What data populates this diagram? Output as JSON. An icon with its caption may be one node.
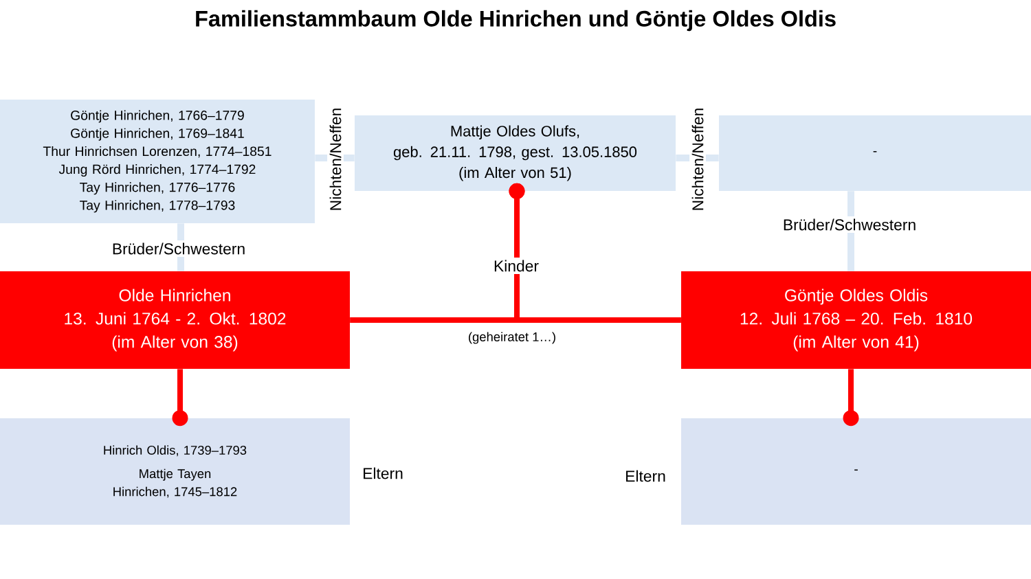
{
  "diagram": {
    "title": "Familienstammbaum Olde Hinrichen und Göntje Oldes Oldis",
    "nodes": [
      {
        "text": [
          "Göntje Hinrichen, 1766–1779",
          "Göntje Hinrichen, 1769–1841",
          "Thur Hinrichsen Lorenzen, 1774–1851",
          "Jung Rörd Hinrichen, 1774–1792",
          "Tay Hinrichen, 1776–1776",
          "Tay Hinrichen, 1778–1793"
        ]
      },
      {
        "text": [
          "Mattje Oldes Olufs,",
          "geb. 21.11. 1798,  gest. 13.05.1850",
          "(im Alter von 51)"
        ]
      },
      {
        "text": [
          "-"
        ]
      },
      {
        "text": [
          "Olde Hinrichen",
          "13. Juni 1764 - 2. Okt. 1802",
          "(im Alter von 38)"
        ]
      },
      {
        "text": [
          "Göntje Oldes Oldis",
          "12. Juli 1768 – 20. Feb. 1810",
          "(im Alter von 41)"
        ]
      },
      {
        "text": [
          "Hinrich Oldis, 1739–1793",
          "Mattje Tayen Hinrichen, 1745–1812"
        ]
      },
      {
        "text": [
          "-"
        ]
      }
    ],
    "edges": [
      {
        "from": 0,
        "to": 1,
        "arrow": "none",
        "label": "Nichten/Neffen",
        "color": "#dce8f5"
      },
      {
        "from": 1,
        "to": 2,
        "arrow": "none",
        "label": "Nichten/Neffen",
        "color": "#dce8f5"
      },
      {
        "from": 0,
        "to": 3,
        "arrow": "none",
        "label": "Brüder/Schwestern",
        "color": "#dce8f5"
      },
      {
        "from": 2,
        "to": 4,
        "arrow": "none",
        "label": "Brüder/Schwestern",
        "color": "#dce8f5"
      },
      {
        "from": 3,
        "to": 4,
        "arrow": "none",
        "label": "(geheiratet 1…)",
        "color": "#ff0000"
      },
      {
        "from": 3,
        "to": 1,
        "arrow": "other",
        "label": "Kinder",
        "color": "#ff0000"
      },
      {
        "from": 4,
        "to": 1,
        "arrow": "other",
        "color": "#ff0000"
      },
      {
        "from": 3,
        "to": 5,
        "arrow": "other",
        "color": "#ff0000"
      },
      {
        "from": 4,
        "to": 6,
        "arrow": "other",
        "color": "#ff0000"
      }
    ],
    "labels": [
      "Eltern",
      "Eltern"
    ]
  }
}
